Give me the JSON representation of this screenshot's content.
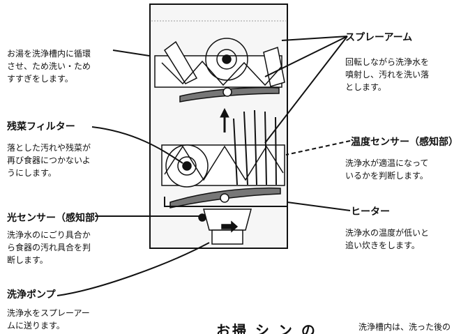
{
  "components": {
    "circulation": {
      "lines": [
        "お湯を洗浄槽内に循環",
        "させ、ため洗い・ため",
        "すすぎをします。"
      ]
    },
    "spray_arm": {
      "title": "スプレーアーム",
      "lines": [
        "回転しながら洗浄水を",
        "噴射し、汚れを洗い落",
        "とします。"
      ]
    },
    "food_filter": {
      "title": "残菜フィルター",
      "lines": [
        "落とした汚れや残菜が",
        "再び食器につかないよ",
        "うにします。"
      ]
    },
    "temp_sensor": {
      "title": "温度センサー（感知部）",
      "lines": [
        "洗浄水が適温になって",
        "いるかを判断します。"
      ]
    },
    "light_sensor": {
      "title": "光センサー（感知部）",
      "lines": [
        "洗浄水のにごり具合か",
        "ら食器の汚れ具合を判",
        "断します。"
      ]
    },
    "heater": {
      "title": "ヒーター",
      "lines": [
        "洗浄水の温度が低いと",
        "追い炊きをします。"
      ]
    },
    "wash_pump": {
      "title": "洗浄ポンプ",
      "lines": [
        "洗浄水をスプレーアー",
        "ムに送ります。"
      ]
    }
  },
  "bottom_cut": {
    "heading": "お掃 シ ン の",
    "text": "洗浄槽内は、洗った後の"
  }
}
